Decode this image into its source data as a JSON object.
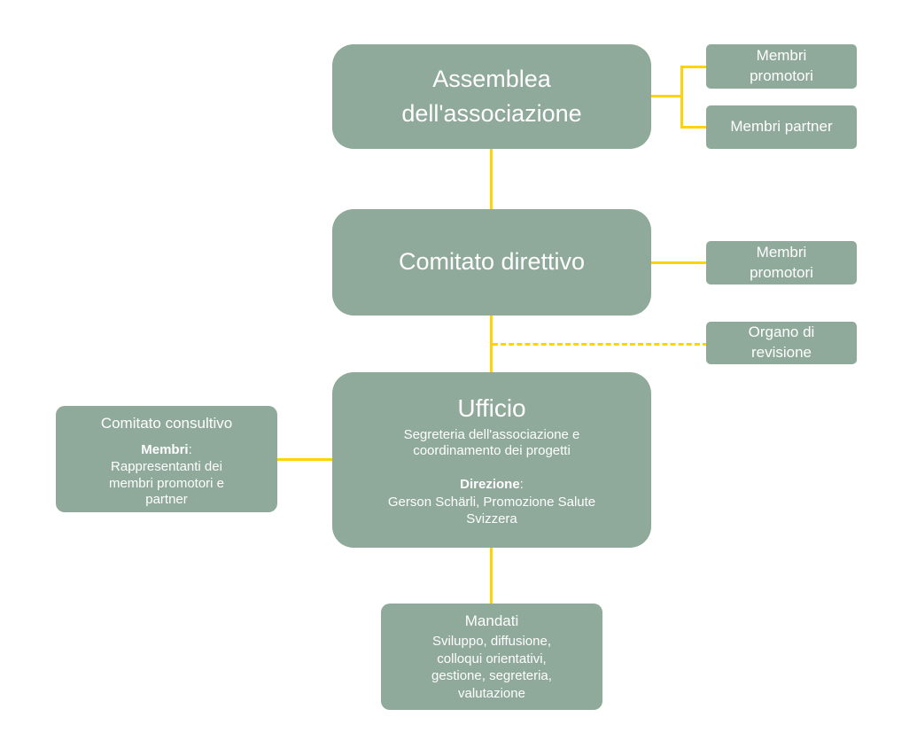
{
  "colors": {
    "box": "#8fa99a",
    "line": "#ffd400",
    "text": "#ffffff",
    "bg": "#ffffff"
  },
  "nodes": {
    "assemblea": {
      "title": "Assemblea dell'associazione"
    },
    "membri_promotori_top": {
      "title": "Membri promotori"
    },
    "membri_partner": {
      "title": "Membri partner"
    },
    "comitato_direttivo": {
      "title": "Comitato direttivo"
    },
    "membri_promotori_mid": {
      "title": "Membri promotori"
    },
    "organo_revisione": {
      "title": "Organo di revisione"
    },
    "ufficio": {
      "title": "Ufficio",
      "subtitle": "Segreteria dell'associazione e coordinamento dei progetti",
      "label_bold": "Direzione",
      "label_colon": ":",
      "detail": "Gerson Schärli, Promozione Salute Svizzera"
    },
    "comitato_consultivo": {
      "title": "Comitato consultivo",
      "label_bold": "Membri",
      "label_colon": ":",
      "detail": "Rappresentanti dei membri promotori e partner"
    },
    "mandati": {
      "title": "Mandati",
      "detail": "Sviluppo, diffusione, colloqui orientativi, gestione, segreteria, valutazione"
    }
  }
}
